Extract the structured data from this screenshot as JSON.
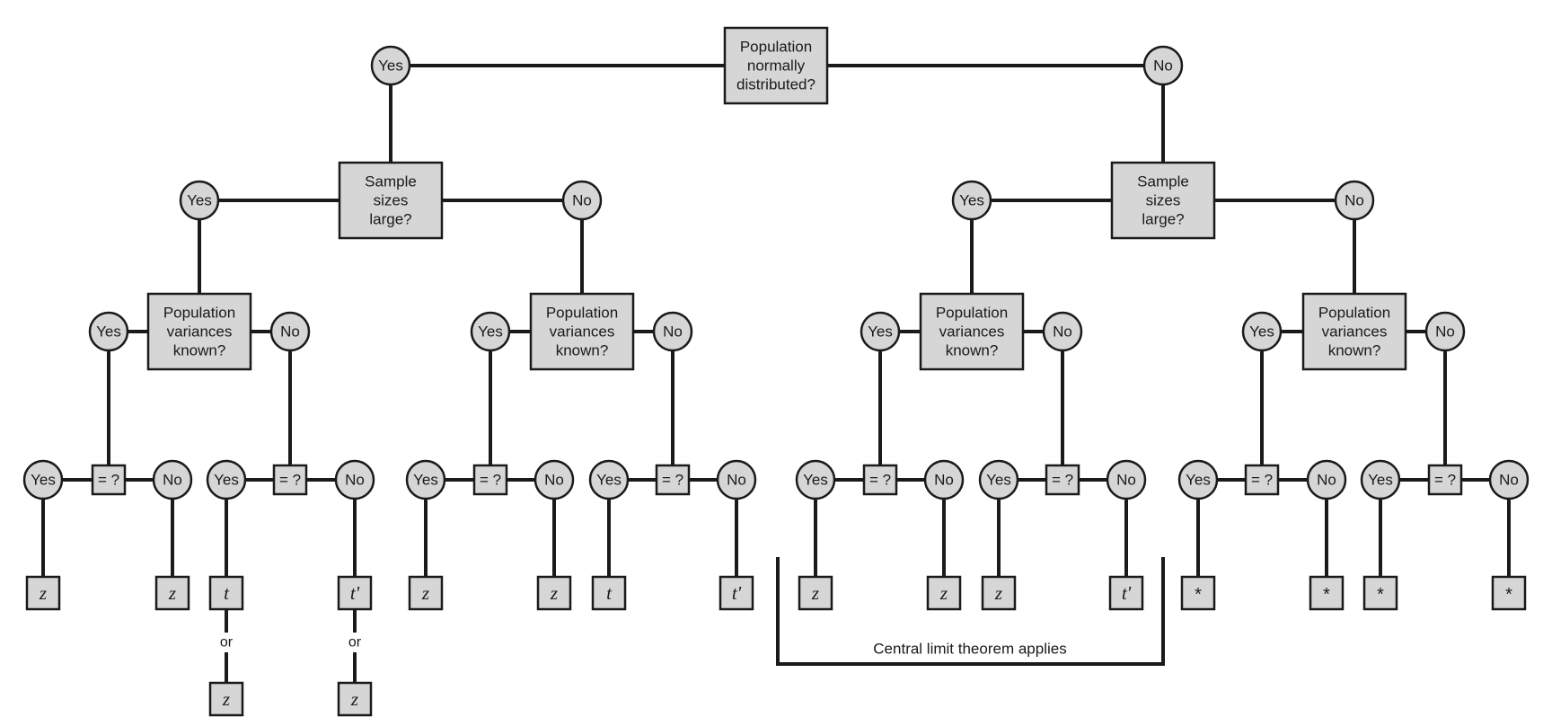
{
  "labels": {
    "root": [
      "Population",
      "normally",
      "distributed?"
    ],
    "sample": [
      "Sample",
      "sizes",
      "large?"
    ],
    "variance": [
      "Population",
      "variances",
      "known?"
    ],
    "yes": "Yes",
    "no": "No",
    "equal": "= ?",
    "or": "or",
    "clt": "Central limit theorem applies"
  },
  "leaves": {
    "q1": [
      "z",
      "z",
      "t",
      "t'"
    ],
    "q2": [
      "z",
      "z",
      "t",
      "t'"
    ],
    "q3": [
      "z",
      "z",
      "z",
      "t'"
    ],
    "q4": [
      "*",
      "*",
      "*",
      "*"
    ],
    "alternatives": [
      "z",
      "z"
    ]
  }
}
